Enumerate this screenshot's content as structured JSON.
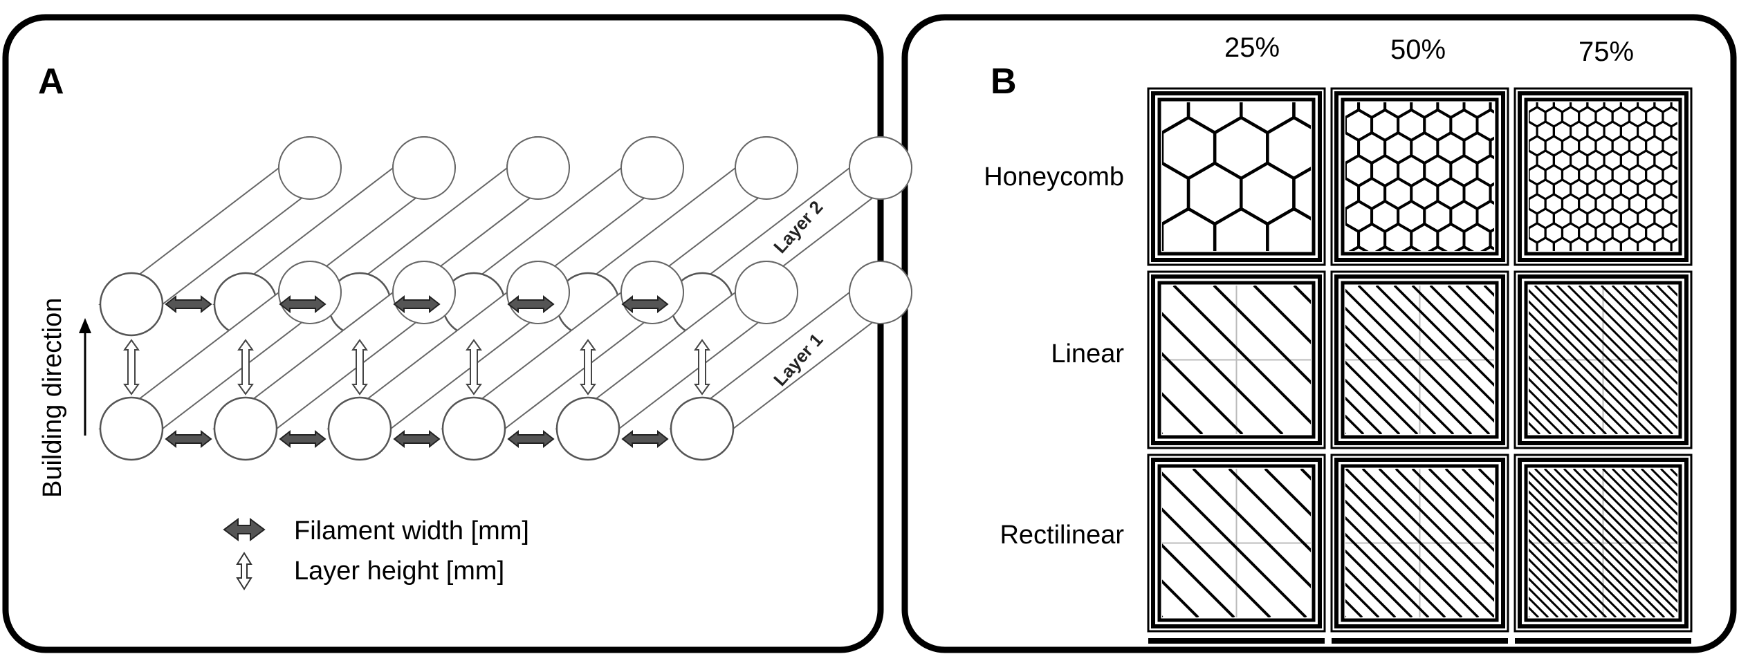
{
  "panelA": {
    "label": "A",
    "axis_label": "Building direction",
    "layer_labels": [
      "Layer 2",
      "Layer 1"
    ],
    "legend": {
      "filament_width": "Filament width [mm]",
      "layer_height": "Layer height [mm]"
    },
    "icons": {
      "filament_width": "double-arrow-filled-icon",
      "layer_height": "double-arrow-outline-icon"
    },
    "filaments_per_layer": 6
  },
  "panelB": {
    "label": "B",
    "columns": [
      "25%",
      "50%",
      "75%"
    ],
    "rows": [
      "Honeycomb",
      "Linear",
      "Rectilinear"
    ]
  },
  "colors": {
    "border": "#000000",
    "filament_arrow": "#555555"
  }
}
